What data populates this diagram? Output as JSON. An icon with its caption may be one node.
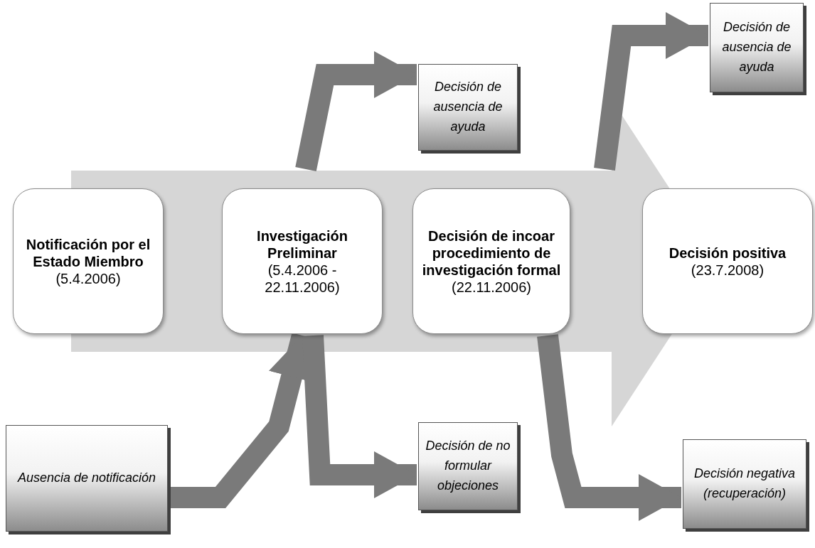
{
  "diagram": {
    "nodes": [
      {
        "text": [],
        "shape": "arrow"
      },
      {
        "text": [
          "Notificación por el Estado Miembro",
          "(5.4.2006)"
        ]
      },
      {
        "text": [
          "Investigación Preliminar",
          "(5.4.2006 - 22.11.2006)"
        ],
        "in": 0
      },
      {
        "text": [
          "Decisión de incoar procedimiento de investigación formal",
          "(22.11.2006)"
        ],
        "in": 0
      },
      {
        "text": [
          "Decisión positiva",
          "(23.7.2008)"
        ]
      },
      {
        "text": [
          "Decisión de ausencia de ayuda"
        ]
      },
      {
        "text": [
          "Decisión de ausencia de ayuda"
        ]
      },
      {
        "text": [
          "Ausencia de notificación"
        ]
      },
      {
        "text": [
          "Decisión de no formular objeciones"
        ]
      },
      {
        "text": [
          "Decisión negativa (recuperación)"
        ]
      }
    ],
    "edges": [
      {
        "from": 0,
        "to": 5,
        "arrow": "to"
      },
      {
        "from": 0,
        "to": 6,
        "arrow": "to"
      },
      {
        "from": 7,
        "to": 2,
        "arrow": "to"
      },
      {
        "from": 2,
        "to": 8,
        "arrow": "to"
      },
      {
        "from": 3,
        "to": 9,
        "arrow": "to"
      }
    ]
  }
}
